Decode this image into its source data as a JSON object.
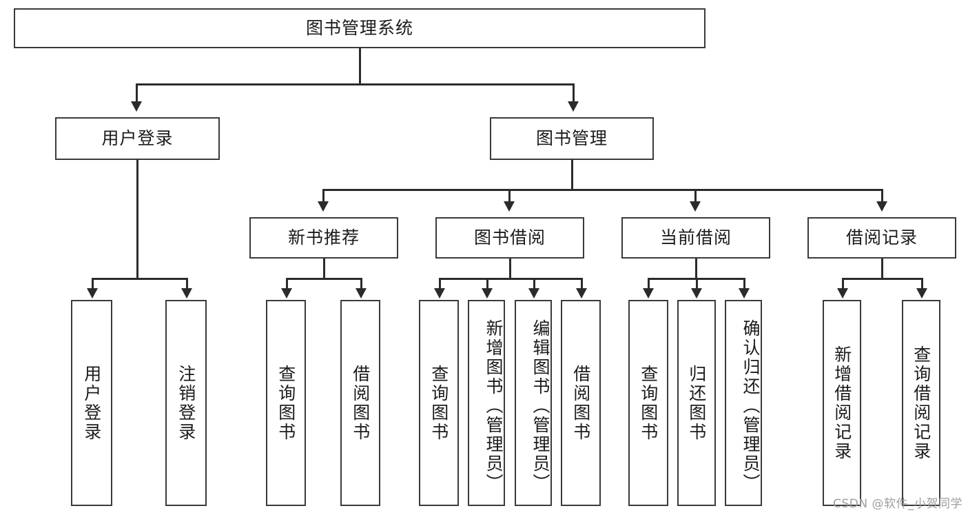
{
  "diagram": {
    "title": "图书管理系统",
    "type": "tree-hierarchy-diagram",
    "root": {
      "label": "图书管理系统"
    },
    "level2": [
      {
        "label": "用户登录"
      },
      {
        "label": "图书管理"
      }
    ],
    "level3": [
      {
        "label": "新书推荐",
        "parent": "图书管理"
      },
      {
        "label": "图书借阅",
        "parent": "图书管理"
      },
      {
        "label": "当前借阅",
        "parent": "图书管理"
      },
      {
        "label": "借阅记录",
        "parent": "图书管理"
      }
    ],
    "leaves": [
      {
        "label": "用户登录",
        "parent": "用户登录"
      },
      {
        "label": "注销登录",
        "parent": "用户登录"
      },
      {
        "label": "查询图书",
        "parent": "新书推荐"
      },
      {
        "label": "借阅图书",
        "parent": "新书推荐"
      },
      {
        "label": "查询图书",
        "parent": "图书借阅"
      },
      {
        "label": "新增图书（管理员）",
        "parent": "图书借阅"
      },
      {
        "label": "编辑图书（管理员）",
        "parent": "图书借阅"
      },
      {
        "label": "借阅图书",
        "parent": "图书借阅"
      },
      {
        "label": "查询图书",
        "parent": "当前借阅"
      },
      {
        "label": "归还图书",
        "parent": "当前借阅"
      },
      {
        "label": "确认归还（管理员）",
        "parent": "当前借阅"
      },
      {
        "label": "新增借阅记录",
        "parent": "借阅记录"
      },
      {
        "label": "查询借阅记录",
        "parent": "借阅记录"
      }
    ]
  },
  "watermark": {
    "text": "CSDN @软件_小贺同学"
  },
  "colors": {
    "border": "#3a3a3a",
    "connector": "#2b2b2b",
    "text": "#1b1b1b",
    "background": "#ffffff",
    "watermark": "#9d9d9d"
  }
}
